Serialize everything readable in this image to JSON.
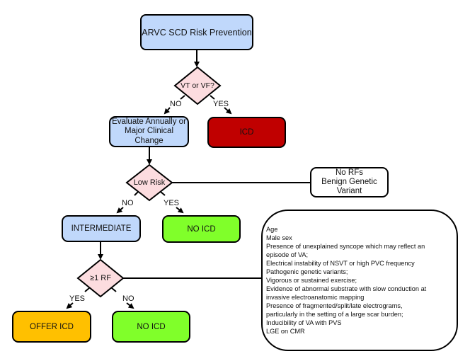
{
  "flowchart": {
    "title": "ARVC SCD Risk Prevention",
    "decisions": {
      "vt_vf": "VT or VF?",
      "low_risk": "Low Risk",
      "rf": "≥1 RF"
    },
    "boxes": {
      "evaluate": "Evaluate Annually or Major Clinical Change",
      "icd": "ICD",
      "intermediate": "INTERMEDIATE",
      "no_icd_low": "NO ICD",
      "offer_icd": "OFFER ICD",
      "no_icd_rf": "NO ICD",
      "no_rfs_line1": "No RFs",
      "no_rfs_line2": "Benign Genetic",
      "no_rfs_line3": "Variant"
    },
    "edge_labels": {
      "vt_no": "NO",
      "vt_yes": "YES",
      "low_no": "NO",
      "low_yes": "YES",
      "rf_yes": "YES",
      "rf_no": "NO"
    },
    "risk_factors": [
      "Age",
      "Male sex",
      "Presence of unexplained syncope which may reflect an",
      "episode of VA;",
      "Electrical instability of NSVT or high PVC frequency",
      "Pathogenic genetic variants;",
      "Vigorous or sustained exercise;",
      "Evidence of abnormal substrate with slow conduction at",
      "invasive electroanatomic mapping",
      "Presence of fragmented/split/late electrograms,",
      "particularly in the setting of a large scar burden;",
      "Inducibility of VA with PVS",
      "LGE on CMR"
    ],
    "colors": {
      "blue": "#c0d8fb",
      "red": "#c00000",
      "green": "#80ff2a",
      "orange": "#ffc000",
      "diamond": "#fcdcdf"
    }
  }
}
